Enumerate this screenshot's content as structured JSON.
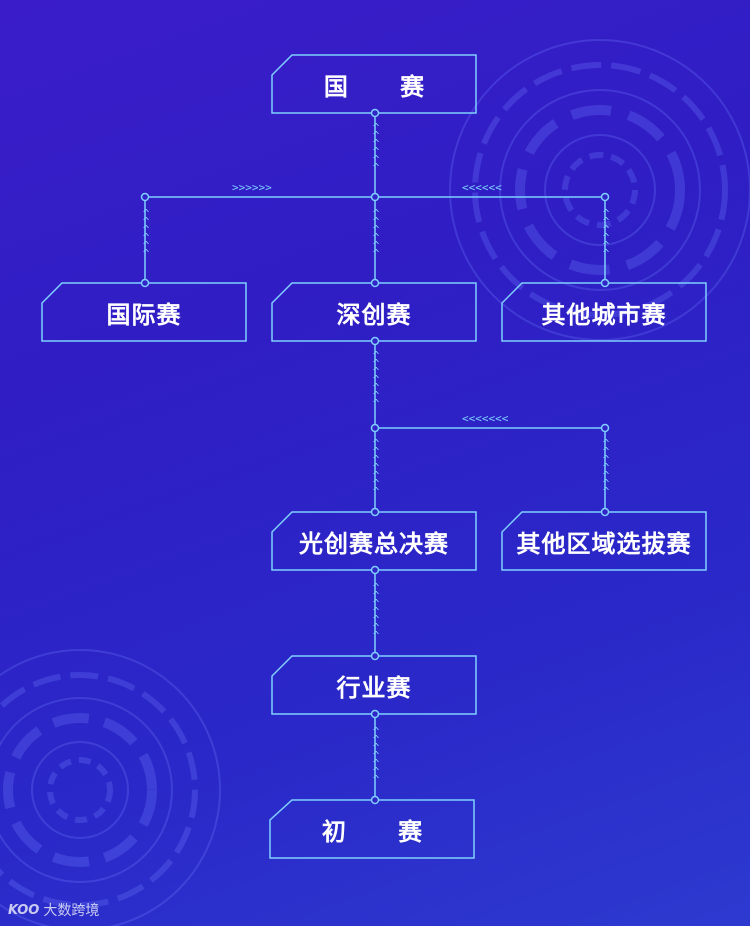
{
  "nodes": {
    "guosai": "国 赛",
    "guojisai": "国际赛",
    "shenchuangsai": "深创赛",
    "qitachengshisai": "其他城市赛",
    "guangchuangsai": "光创赛总决赛",
    "qitaquyusai": "其他区域选拔赛",
    "hangyesai": "行业赛",
    "chusai": "初 赛"
  },
  "arrows": {
    "right": ">>>>>>",
    "left": "<<<<<<",
    "left_long": "<<<<<<<",
    "up": "^"
  },
  "watermark": {
    "logo": "KOO",
    "text": "大数跨境"
  },
  "colors": {
    "line": "#7fd0ff",
    "box_border": "#8fd6ff",
    "background": "#3324c8"
  }
}
